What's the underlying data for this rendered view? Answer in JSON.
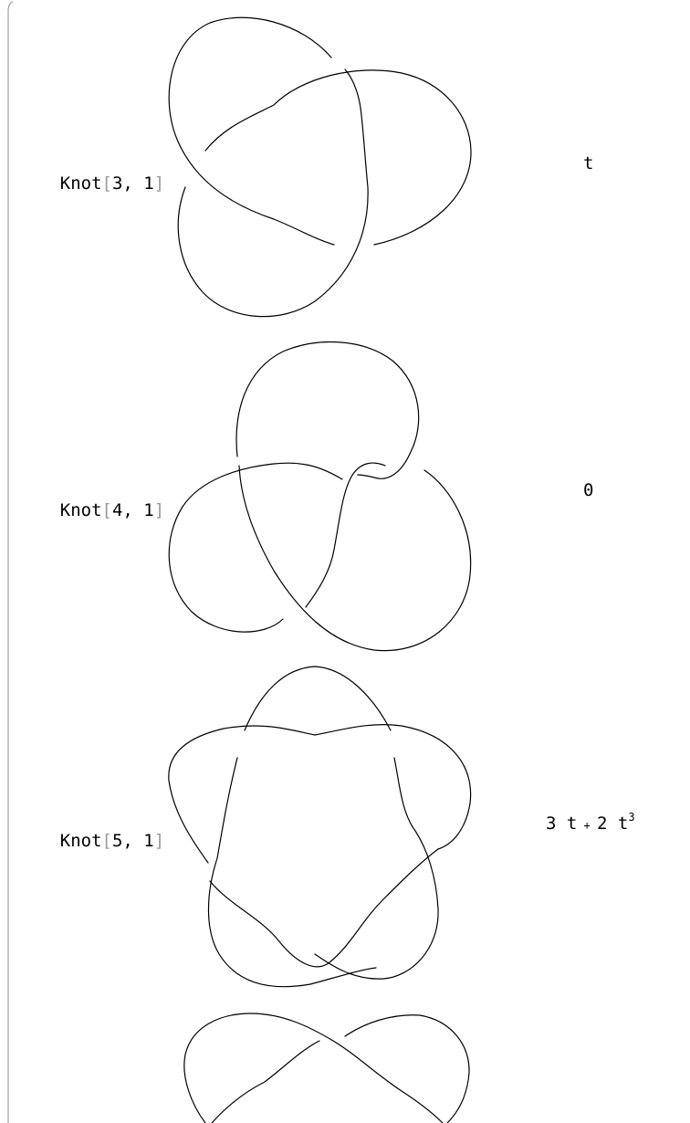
{
  "rows": [
    {
      "label": {
        "head": "Knot",
        "open": "[",
        "args": "3, 1",
        "close": "]"
      },
      "result": {
        "text": "t"
      },
      "icon": "trefoil-knot-diagram"
    },
    {
      "label": {
        "head": "Knot",
        "open": "[",
        "args": "4, 1",
        "close": "]"
      },
      "result": {
        "text": "0"
      },
      "icon": "figure-eight-knot-diagram"
    },
    {
      "label": {
        "head": "Knot",
        "open": "[",
        "args": "5, 1",
        "close": "]"
      },
      "result": {
        "t1": "3 t",
        "op": " + ",
        "t2": "2 t",
        "exp": "3"
      },
      "icon": "cinquefoil-knot-diagram"
    },
    {
      "icon": "knot-diagram-partial"
    }
  ],
  "colors": {
    "stroke": "#000000",
    "bracket": "#9a9a9a",
    "brace": "#8c8c8c"
  }
}
